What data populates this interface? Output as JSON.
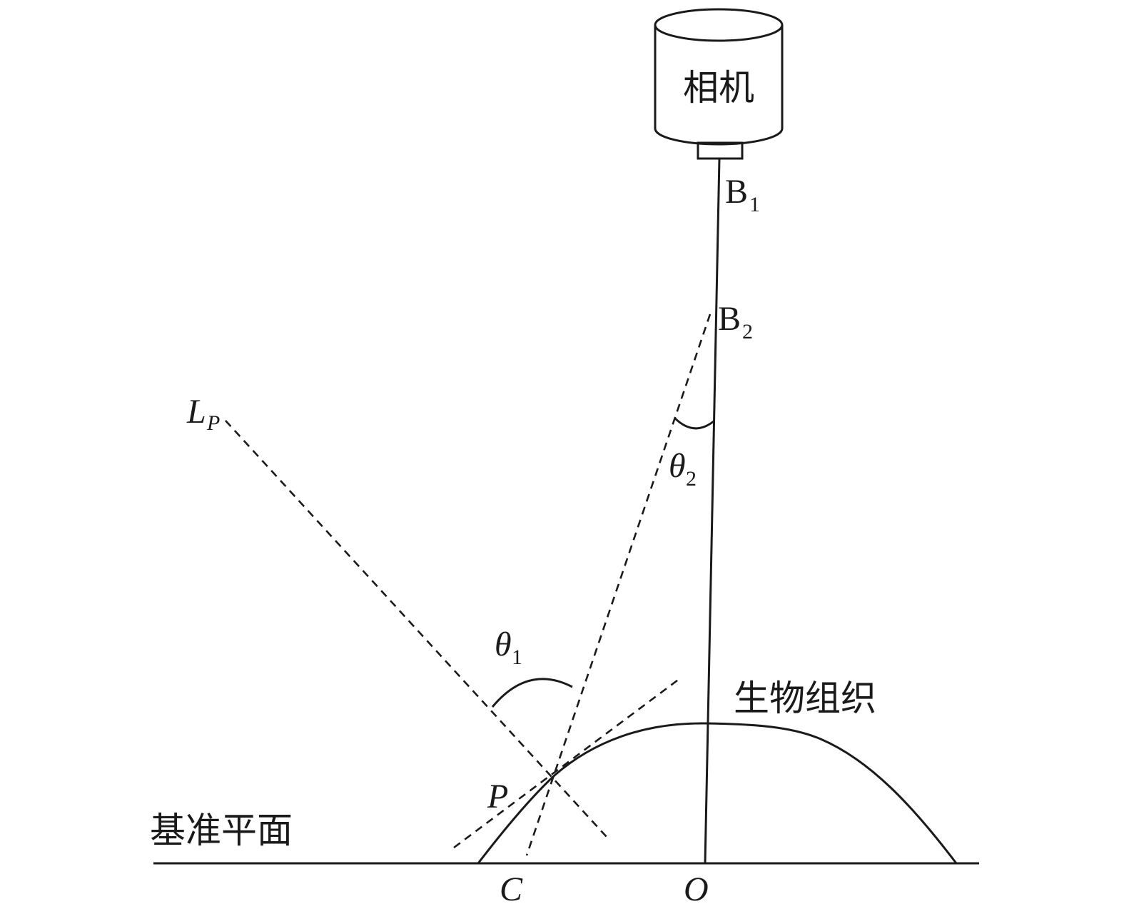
{
  "labels": {
    "camera": "相机",
    "b1_main": "B",
    "b1_sub": "1",
    "b2_main": "B",
    "b2_sub": "2",
    "lp_main": "L",
    "lp_sub": "P",
    "theta2_main": "θ",
    "theta2_sub": "2",
    "theta1_main": "θ",
    "theta1_sub": "1",
    "tissue": "生物组织",
    "p": "P",
    "reference_plane": "基准平面",
    "c": "C",
    "o": "O"
  },
  "colors": {
    "line": "#1a1a1a",
    "background": "#ffffff"
  }
}
